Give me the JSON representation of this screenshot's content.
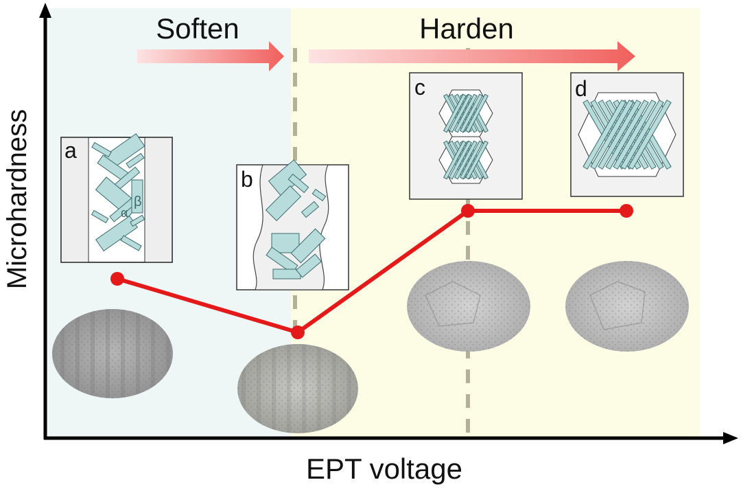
{
  "labels": {
    "soften": "Soften",
    "harden": "Harden",
    "ylabel": "Microhardness",
    "xlabel": "EPT voltage"
  },
  "panels": [
    {
      "letter": "a",
      "alpha": "α",
      "beta": "β"
    },
    {
      "letter": "b"
    },
    {
      "letter": "c"
    },
    {
      "letter": "d"
    }
  ],
  "colors": {
    "soften_bg": "#eef6f6",
    "harden_bg": "#fdfde6",
    "trend_line": "#e41a1a",
    "lath": "#b8dcdc",
    "lath_stroke": "#3a6a6a",
    "arrow": "#f06060",
    "divider": "#b5b09a"
  },
  "trend": {
    "description_points": [
      "a",
      "b",
      "c",
      "d"
    ],
    "relative_hardness": [
      0.34,
      0.2,
      0.58,
      0.58
    ]
  }
}
